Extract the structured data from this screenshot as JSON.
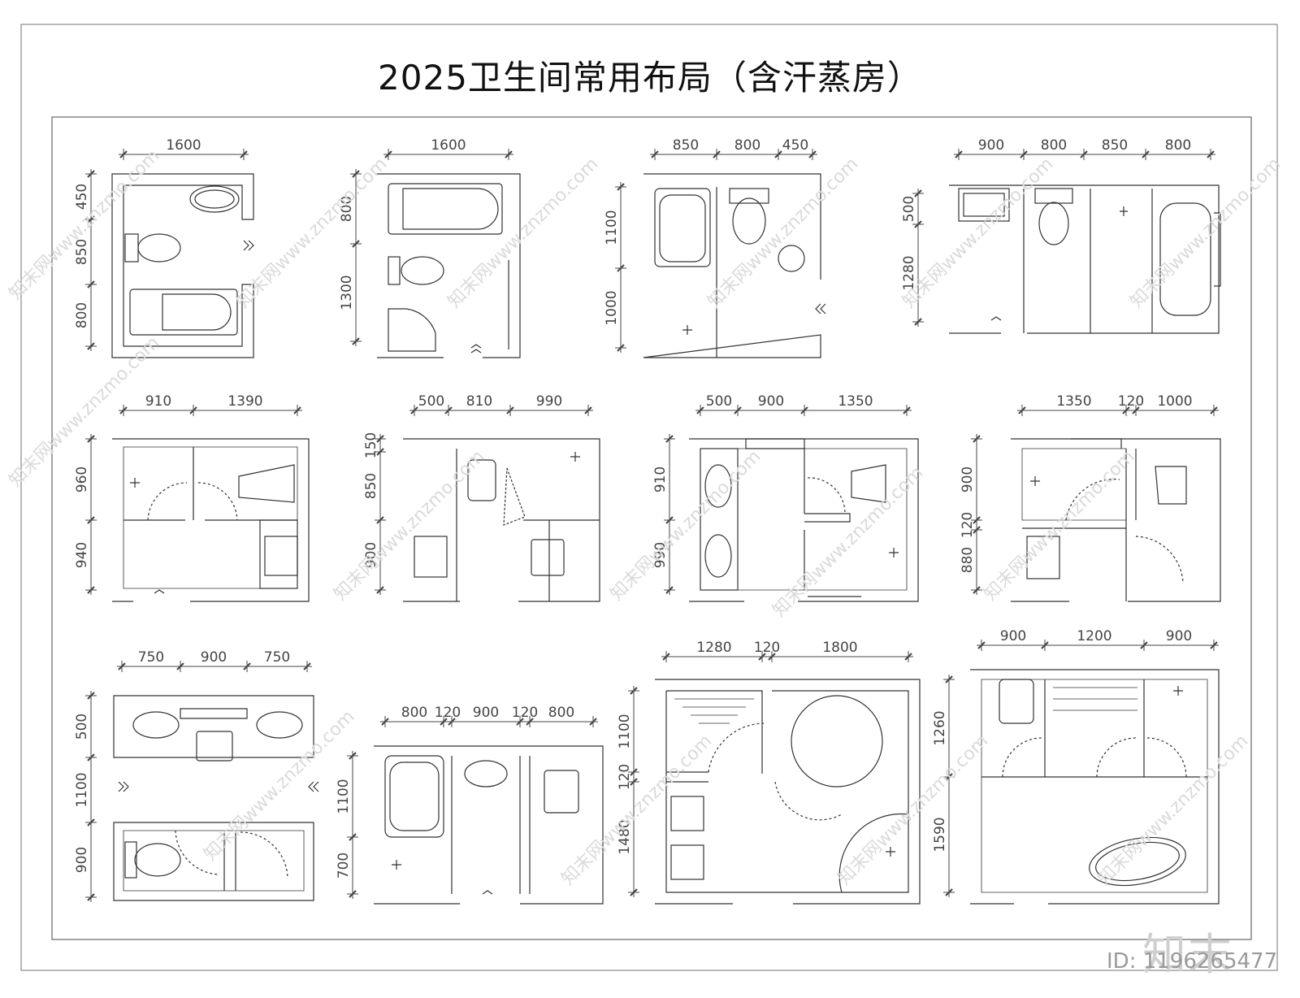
{
  "title": "2025卫生间常用布局（含汗蒸房）",
  "brand": "知末",
  "image_id": "ID: 1196265477",
  "watermark": "知末网www.znzmo.com",
  "colors": {
    "line": "#333333",
    "dim": "#444444",
    "watermark": "#d9d9d9",
    "border": "#777777"
  },
  "plans": [
    {
      "name": "plan-1",
      "top": [
        "1600"
      ],
      "left": [
        "450",
        "850",
        "800"
      ]
    },
    {
      "name": "plan-2",
      "top": [
        "1600"
      ],
      "left": [
        "800",
        "1300"
      ]
    },
    {
      "name": "plan-3",
      "top": [
        "850",
        "800",
        "450"
      ],
      "left": [
        "1100",
        "1000"
      ]
    },
    {
      "name": "plan-4",
      "top": [
        "900",
        "800",
        "850",
        "800"
      ],
      "left": [
        "500",
        "1280"
      ]
    },
    {
      "name": "plan-5",
      "top": [
        "910",
        "1390"
      ],
      "left": [
        "960",
        "940"
      ]
    },
    {
      "name": "plan-6",
      "top": [
        "500",
        "810",
        "990"
      ],
      "left": [
        "150",
        "850",
        "900"
      ]
    },
    {
      "name": "plan-7",
      "top": [
        "500",
        "900",
        "1350"
      ],
      "left": [
        "910",
        "990"
      ]
    },
    {
      "name": "plan-8",
      "top": [
        "1350",
        "120",
        "1000"
      ],
      "left": [
        "900",
        "120",
        "880"
      ]
    },
    {
      "name": "plan-9",
      "top": [
        "750",
        "900",
        "750"
      ],
      "left": [
        "500",
        "1100",
        "900"
      ]
    },
    {
      "name": "plan-10",
      "top": [
        "800",
        "120",
        "900",
        "120",
        "800"
      ],
      "left": [
        "1100",
        "700"
      ]
    },
    {
      "name": "plan-11",
      "top": [
        "1280",
        "120",
        "1800"
      ],
      "left": [
        "1100",
        "120",
        "1480"
      ]
    },
    {
      "name": "plan-12",
      "top": [
        "900",
        "1200",
        "900"
      ],
      "left": [
        "1260",
        "1590"
      ]
    }
  ]
}
